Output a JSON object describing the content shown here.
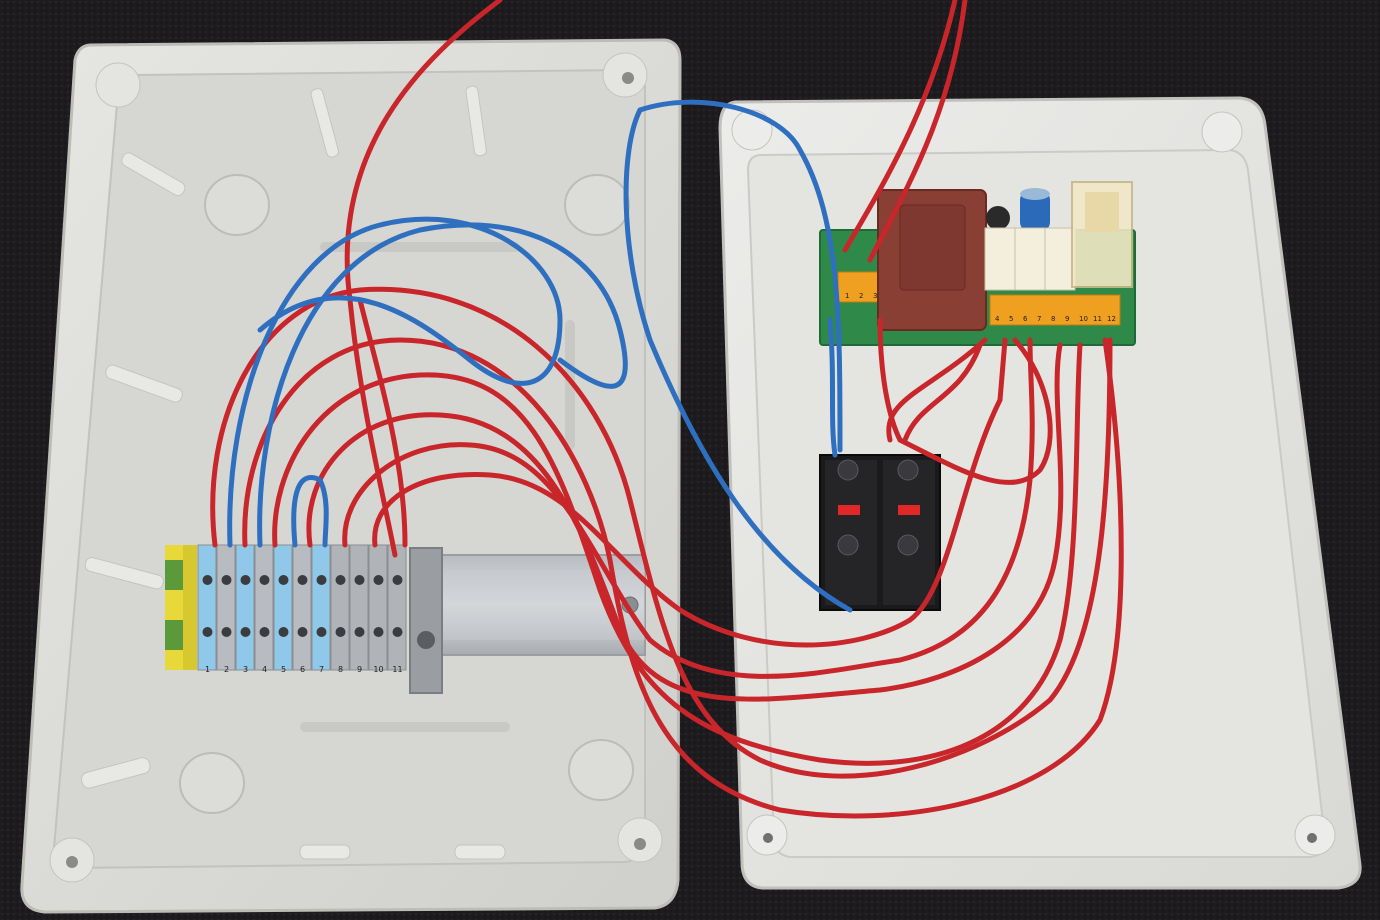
{
  "scene": {
    "subject": "Opened plastic electrical enclosure with DIN-rail terminal block and relay control board wired with red and blue wires"
  },
  "terminal_block": {
    "numbers": [
      "1",
      "2",
      "3",
      "4",
      "5",
      "6",
      "7",
      "8",
      "9",
      "10",
      "11"
    ]
  },
  "pcb": {
    "left_terminal_numbers": [
      "1",
      "2",
      "3"
    ],
    "right_terminal_numbers": [
      "4",
      "5",
      "6",
      "7",
      "8",
      "9",
      "10",
      "11",
      "12"
    ]
  },
  "colors": {
    "background": "#1d1b1e",
    "enclosure": "#dcdcd8",
    "red_wire": "#c8262a",
    "blue_wire": "#2f6fc0",
    "pcb_green": "#2f8a4a",
    "transformer": "#8a3f35",
    "terminal_orange": "#f0a020"
  }
}
